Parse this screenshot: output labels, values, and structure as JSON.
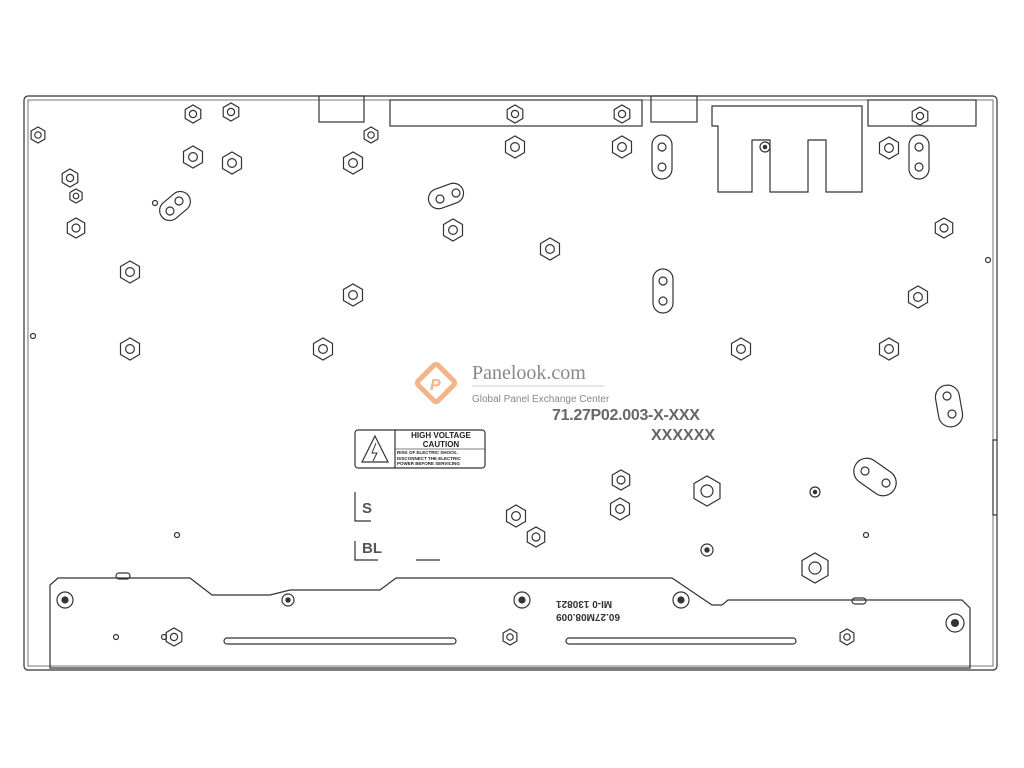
{
  "watermark": {
    "brand": "Panelook.com",
    "tagline": "Global Panel Exchange Center",
    "logo_color": "#f4b48a"
  },
  "part_number": "71.27P02.003-X-XXX",
  "serial": "XXXXXX",
  "caution_label": {
    "title": "HIGH VOLTAGE",
    "subtitle": "CAUTION",
    "line1": "RISK OF ELECTRIC SHOCK.",
    "line2": "DISCONNECT THE ELECTRIC",
    "line3": "POWER BEFORE SERVICING"
  },
  "marks": {
    "s": "S",
    "bl": "BL"
  },
  "board_text": {
    "line1": "MI-0  130821",
    "line2": "60.27M08.009"
  }
}
